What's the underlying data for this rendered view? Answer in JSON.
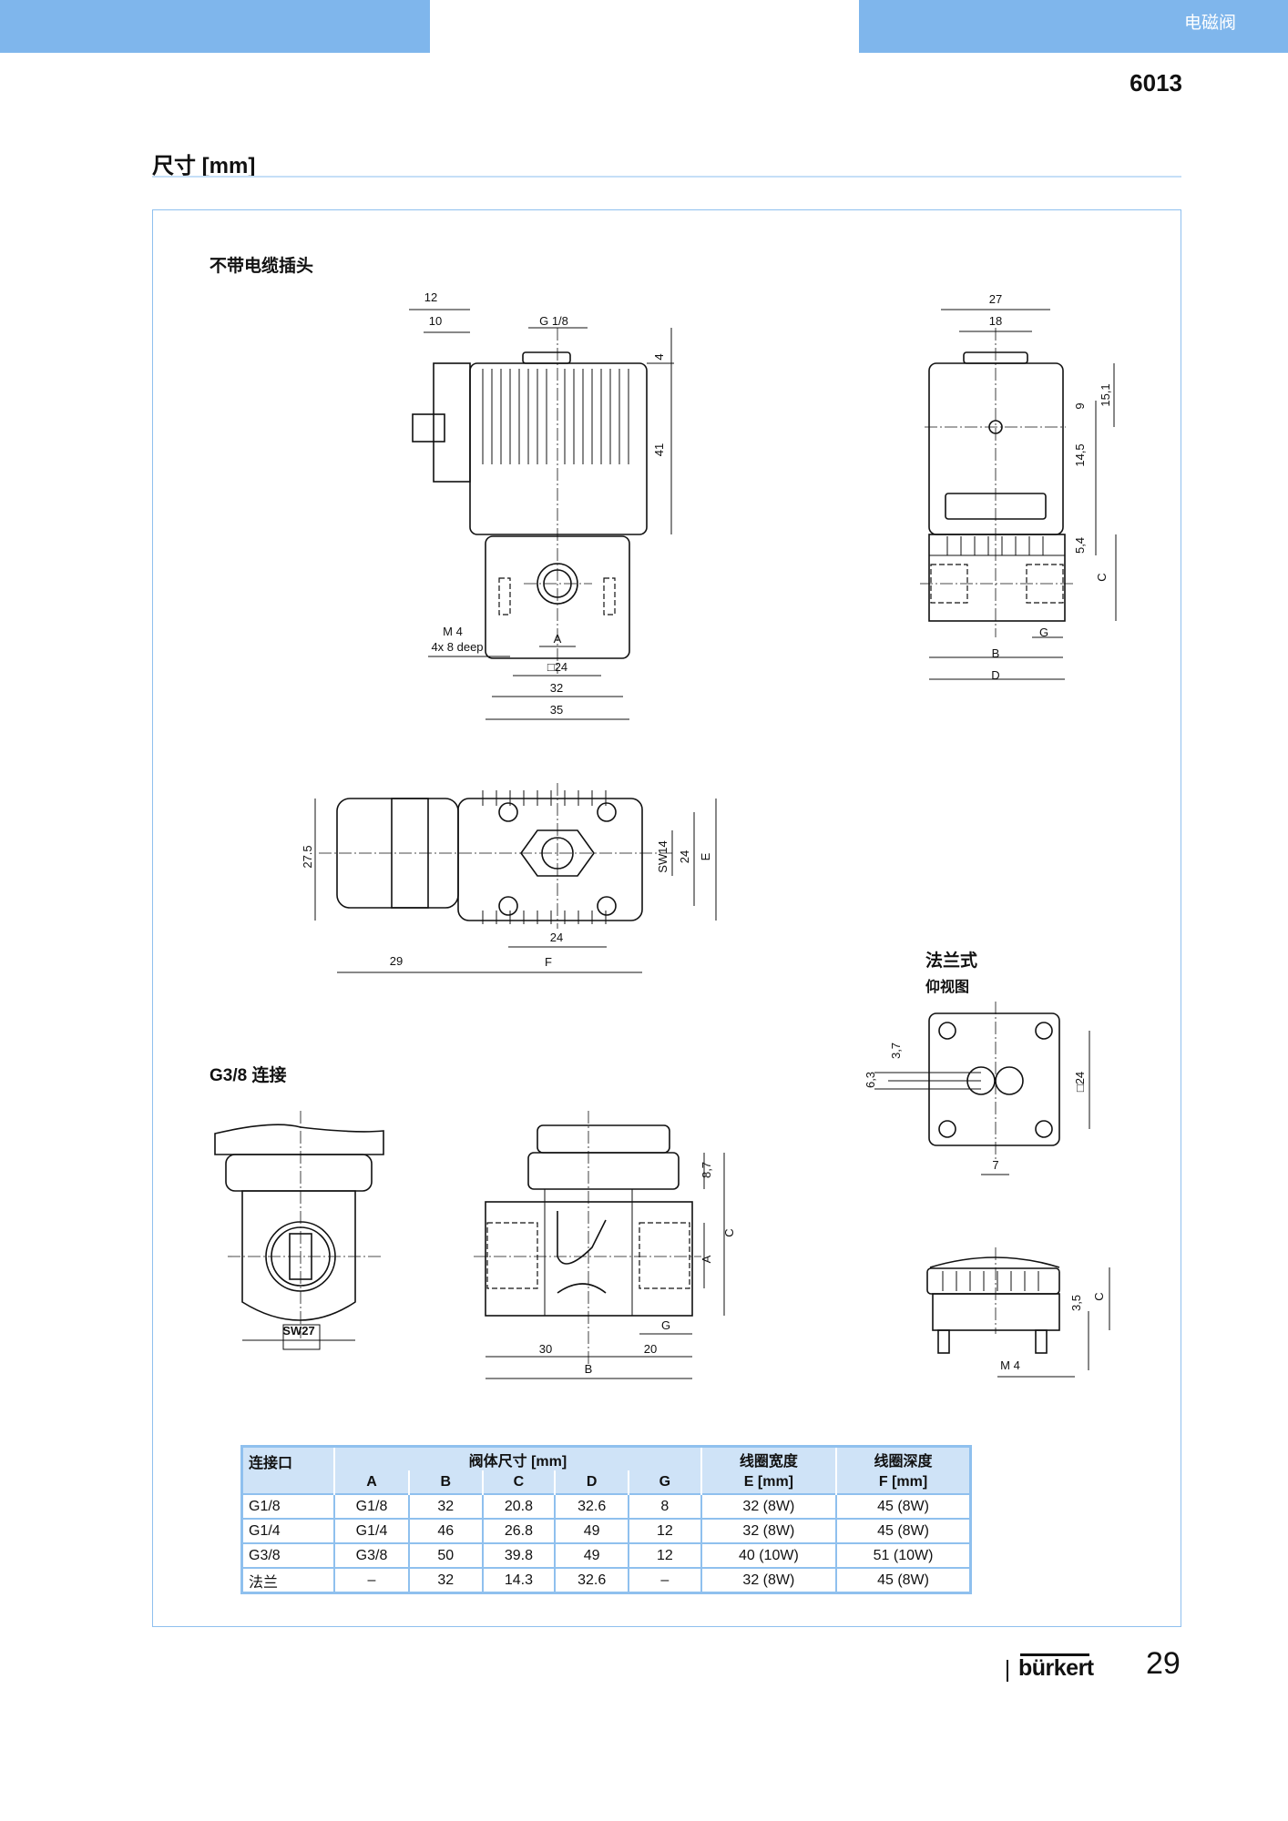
{
  "header": {
    "section": "电磁阀",
    "model": "6013"
  },
  "title": "尺寸 [mm]",
  "views": {
    "no_cable_plug": {
      "heading": "不带电缆插头",
      "front": {
        "d12": "12",
        "d10": "10",
        "g18": "G 1/8",
        "d4": "4",
        "d41": "41",
        "m4": "M 4",
        "deep": "4x 8 deep",
        "a": "A",
        "sq24": "□24",
        "d32": "32",
        "d35": "35"
      },
      "side": {
        "d27": "27",
        "d18": "18",
        "d151": "15,1",
        "d9": "9",
        "d145": "14,5",
        "d54": "5,4",
        "c": "C",
        "g": "G",
        "b": "B",
        "d": "D"
      },
      "top": {
        "d275": "27.5",
        "d29": "29",
        "d24": "24",
        "f": "F",
        "sw14": "SW14",
        "d24b": "24",
        "e": "E"
      }
    },
    "flange": {
      "heading": "法兰式",
      "subheading": "仰视图",
      "bottom": {
        "d37": "3,7",
        "d63": "6,3",
        "sq24": "□24",
        "d7": "7"
      },
      "side": {
        "d35": "3,5",
        "c": "C",
        "m4": "M 4"
      }
    },
    "g38": {
      "heading": "G3/8 连接",
      "left": {
        "sw27": "SW27"
      },
      "section": {
        "d87": "8,7",
        "c": "C",
        "a": "A",
        "g": "G",
        "d30": "30",
        "d20": "20",
        "b": "B"
      }
    }
  },
  "table": {
    "headers": {
      "port": "连接口",
      "body": "阀体尺寸 [mm]",
      "coil_width": "线圈宽度",
      "coil_depth": "线圈深度",
      "a": "A",
      "b": "B",
      "c": "C",
      "d": "D",
      "g": "G",
      "e": "E [mm]",
      "f": "F [mm]"
    },
    "rows": [
      [
        "G1/8",
        "G1/8",
        "32",
        "20.8",
        "32.6",
        "8",
        "32 (8W)",
        "45 (8W)"
      ],
      [
        "G1/4",
        "G1/4",
        "46",
        "26.8",
        "49",
        "12",
        "32 (8W)",
        "45 (8W)"
      ],
      [
        "G3/8",
        "G3/8",
        "50",
        "39.8",
        "49",
        "12",
        "40 (10W)",
        "51 (10W)"
      ],
      [
        "法兰",
        "–",
        "32",
        "14.3",
        "32.6",
        "–",
        "32 (8W)",
        "45 (8W)"
      ]
    ]
  },
  "footer": {
    "brand": "bürkert",
    "page": "29"
  },
  "colors": {
    "accent": "#7fb6ec",
    "table_header": "#cfe3f7",
    "border": "#8fc0ee"
  }
}
